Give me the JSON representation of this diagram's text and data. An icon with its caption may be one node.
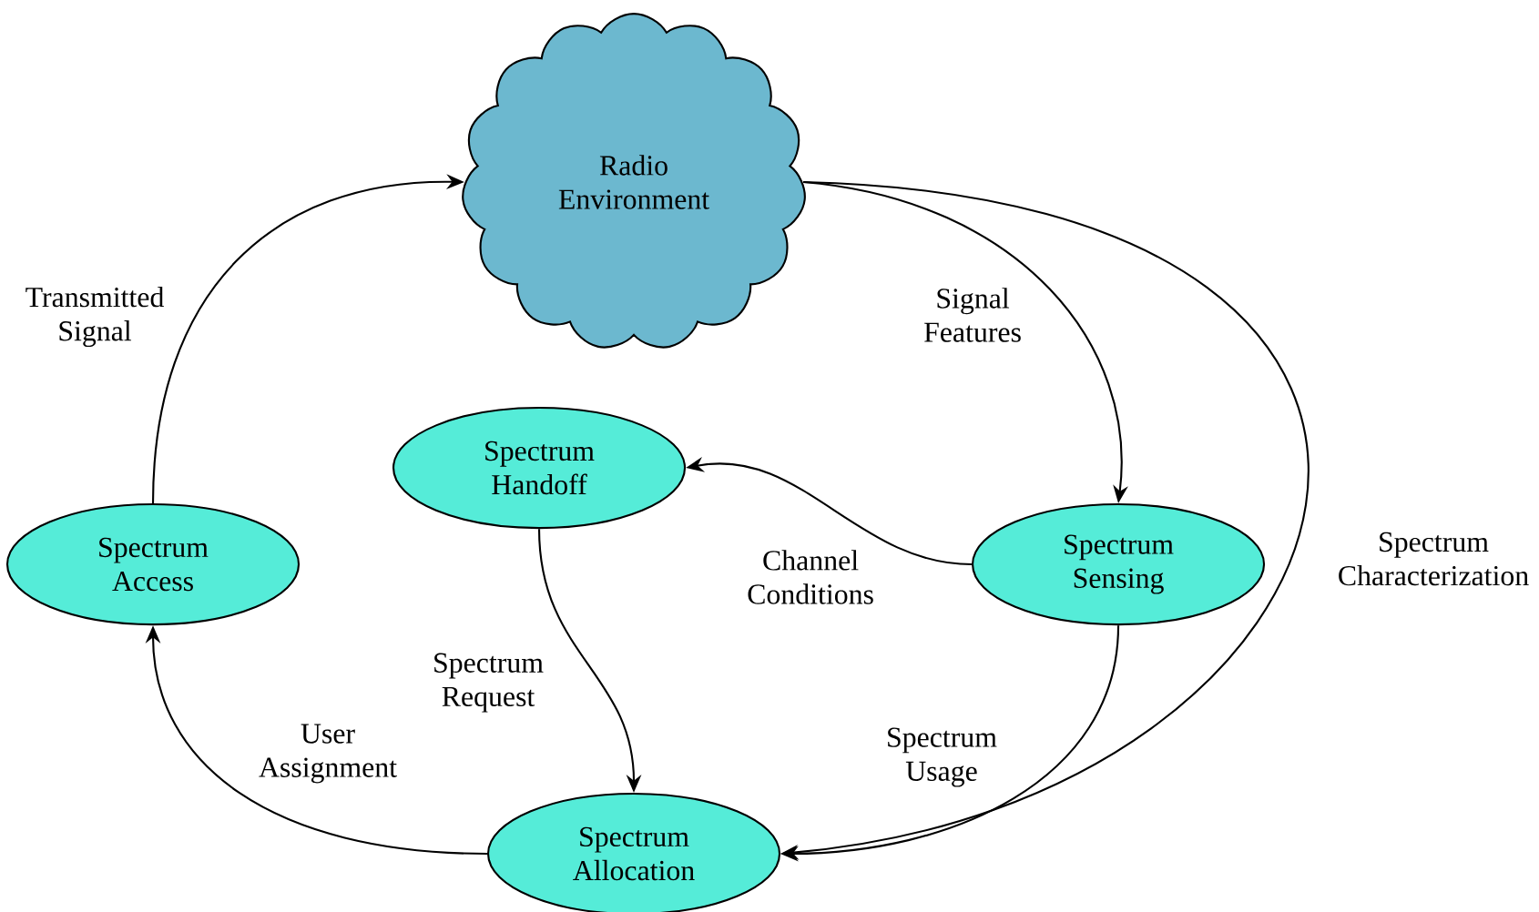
{
  "diagram": {
    "nodes": [
      {
        "text": [
          "Radio Environment"
        ]
      },
      {
        "text": [
          "Spectrum Handoff"
        ]
      },
      {
        "text": [
          "Spectrum Access"
        ]
      },
      {
        "text": [
          "Spectrum Sensing"
        ]
      },
      {
        "text": [
          "Spectrum Allocation"
        ]
      }
    ],
    "edges": [
      {
        "from": 2,
        "to": 0,
        "arrow": "to",
        "label": "Transmitted Signal"
      },
      {
        "from": 0,
        "to": 3,
        "arrow": "to",
        "label": "Signal Features"
      },
      {
        "from": 3,
        "to": 1,
        "arrow": "to",
        "label": "Channel Conditions"
      },
      {
        "from": 1,
        "to": 4,
        "arrow": "to",
        "label": "Spectrum Request"
      },
      {
        "from": 3,
        "to": 4,
        "arrow": "to",
        "label": "Spectrum Usage"
      },
      {
        "from": 0,
        "to": 4,
        "arrow": "to",
        "label": "Spectrum Characterization"
      },
      {
        "from": 4,
        "to": 2,
        "arrow": "to",
        "label": "User Assignment"
      }
    ]
  }
}
